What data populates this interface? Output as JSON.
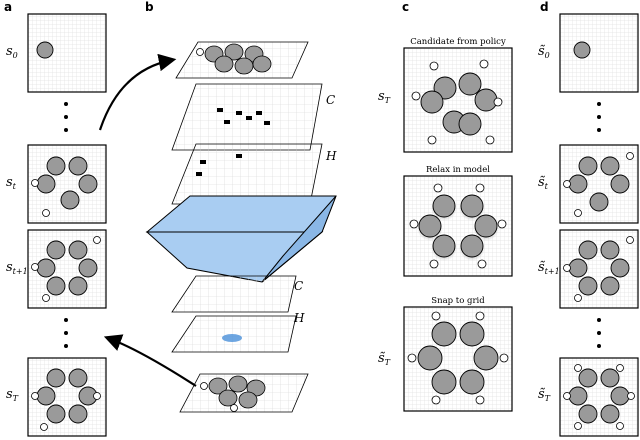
{
  "panels": {
    "a": {
      "letter": "a",
      "states": [
        {
          "sym": "s",
          "sub": "0"
        },
        {
          "sym": "s",
          "sub": "t"
        },
        {
          "sym": "s",
          "sub": "t+1"
        },
        {
          "sym": "s",
          "sub": "T"
        }
      ]
    },
    "b": {
      "letter": "b",
      "layer_labels": {
        "C_top": "C",
        "H_top": "H",
        "C_bottom": "C",
        "H_bottom": "H"
      }
    },
    "c": {
      "letter": "c",
      "captions": {
        "candidate": "Candidate from policy",
        "relax": "Relax in model",
        "snap": "Snap to grid"
      },
      "labels": {
        "candidate": {
          "sym": "s",
          "sub": "T"
        },
        "snap": {
          "sym": "s̃",
          "sub": "T"
        }
      }
    },
    "d": {
      "letter": "d",
      "states": [
        {
          "sym": "s̃",
          "sub": "0"
        },
        {
          "sym": "s̃",
          "sub": "t"
        },
        {
          "sym": "s̃",
          "sub": "t+1"
        },
        {
          "sym": "s̃",
          "sub": "T"
        }
      ]
    }
  },
  "colors": {
    "atom_fill": "#9a9a9a",
    "grid": "#d6d6d6",
    "network_face": "#a9cdf2",
    "network_side": "#8ab7e6",
    "highlight": "#4a90d9"
  }
}
